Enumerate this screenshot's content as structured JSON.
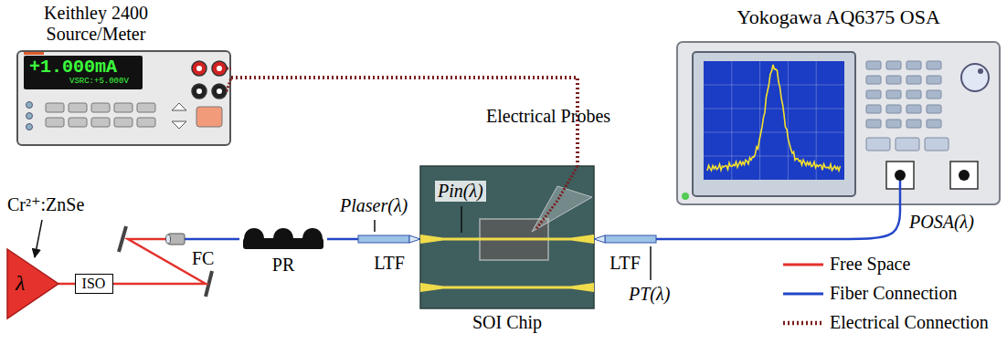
{
  "diagram": {
    "nodes": [
      {
        "text": [
          "Keithley 2400 Source/Meter",
          "+1.000mA",
          "VSRC:+5.000V"
        ]
      },
      {
        "text": [
          "Yokogawa AQ6375 OSA"
        ]
      },
      {
        "text": [
          "λ"
        ]
      },
      {
        "text": [
          "ISO"
        ]
      },
      {
        "text": [
          "FC"
        ]
      },
      {
        "text": [
          "PR"
        ]
      },
      {
        "text": [
          "LTF"
        ]
      },
      {
        "text": [
          "SOI Chip"
        ]
      },
      {
        "text": [
          "LTF"
        ]
      }
    ],
    "edges": [
      {
        "from": 2,
        "to": 3,
        "arrow": "none"
      },
      {
        "from": 3,
        "to": 4,
        "arrow": "none"
      },
      {
        "from": 4,
        "to": 5,
        "arrow": "none"
      },
      {
        "from": 5,
        "to": 6,
        "arrow": "none"
      },
      {
        "from": 8,
        "to": 1,
        "arrow": "none"
      },
      {
        "from": 0,
        "to": 7,
        "arrow": "none"
      }
    ],
    "labels": [
      "Cr²⁺:ZnSe",
      "Plaser(λ)",
      "Pin(λ)",
      "Electrical Probes",
      "PT(λ)",
      "POSA(λ)"
    ],
    "legend": [
      {
        "text": "Free Space"
      },
      {
        "text": "Fiber Connection"
      },
      {
        "text": "Electrical Connection"
      }
    ]
  }
}
